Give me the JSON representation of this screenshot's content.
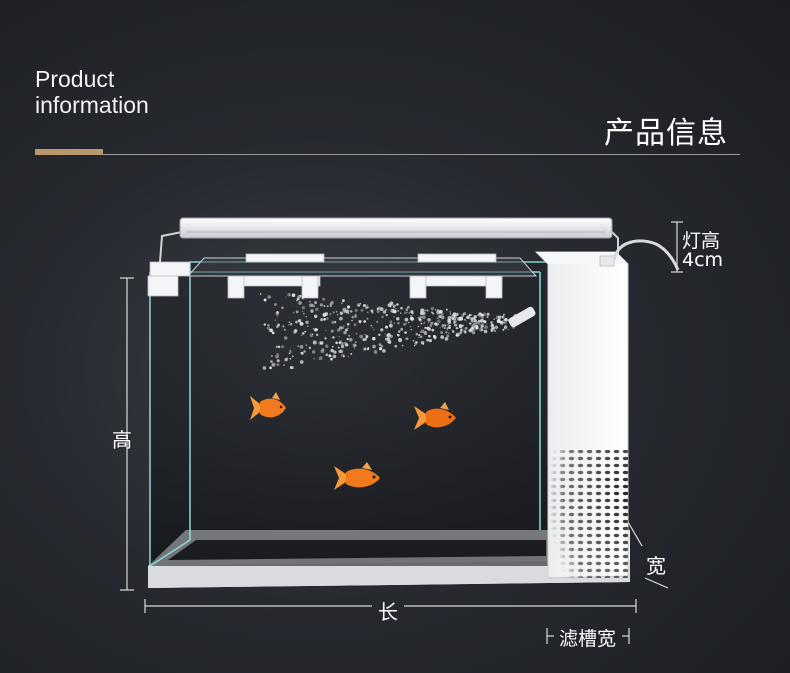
{
  "header": {
    "title_en_line1": "Product",
    "title_en_line2": "information",
    "title_cn": "产品信息"
  },
  "dimensions": {
    "height_label": "高",
    "length_label": "长",
    "width_label": "宽",
    "filter_width_label": "滤槽宽",
    "light_height_line1": "灯高",
    "light_height_line2": "4cm"
  },
  "colors": {
    "accent": "#b8976a",
    "background": "#26292f",
    "glass_edge": "#8fe3e6",
    "fish": "#f07a1c"
  }
}
